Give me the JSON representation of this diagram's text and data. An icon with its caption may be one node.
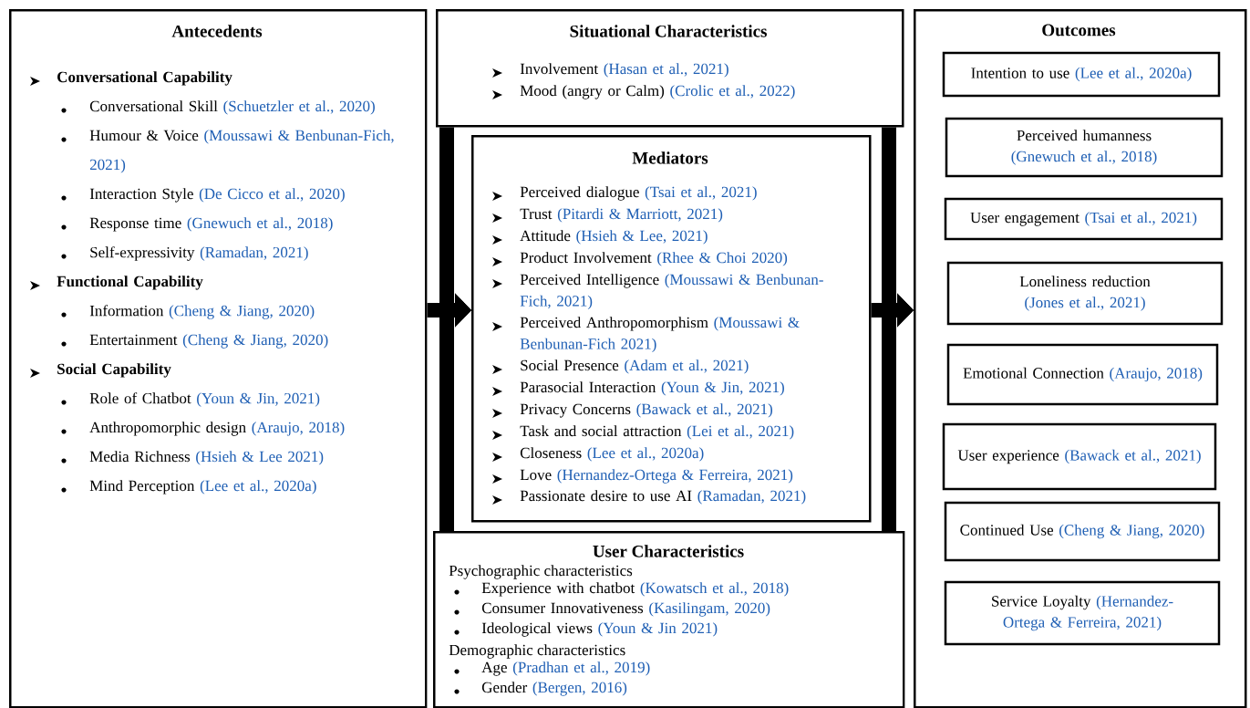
{
  "diagram": {
    "nodes": [
      {
        "text": [
          "Antecedents",
          "Conversational Capability",
          "Conversational Skill (Schuetzler et al., 2020)",
          "Humour & Voice (Moussawi & Benbunan-Fich, 2021)",
          "Interaction Style (De Cicco et al., 2020)",
          "Response time (Gnewuch et al., 2018)",
          "Self-expressivity (Ramadan, 2021)",
          "Functional Capability",
          "Information (Cheng & Jiang, 2020)",
          "Entertainment (Cheng & Jiang, 2020)",
          "Social Capability",
          "Role of Chatbot (Youn & Jin, 2021)",
          "Anthropomorphic design (Araujo, 2018)",
          "Media Richness (Hsieh & Lee 2021)",
          "Mind Perception (Lee et al., 2020a)"
        ]
      },
      {
        "text": [
          "Situational Characteristics",
          "Involvement (Hasan et al., 2021)",
          "Mood (angry or Calm) (Crolic et al., 2022)"
        ]
      },
      {
        "text": [
          "Mediators",
          "Perceived dialogue (Tsai et al., 2021)",
          "Trust (Pitardi & Marriott, 2021)",
          "Attitude (Hsieh & Lee, 2021)",
          "Product Involvement (Rhee & Choi 2020)",
          "Perceived Intelligence (Moussawi & Benbunan-Fich, 2021)",
          "Perceived Anthropomorphism (Moussawi & Benbunan-Fich 2021)",
          "Social Presence (Adam et al., 2021)",
          "Parasocial Interaction (Youn & Jin, 2021)",
          "Privacy Concerns (Bawack et al., 2021)",
          "Task and social attraction (Lei et al., 2021)",
          "Closeness (Lee et al., 2020a)",
          "Love (Hernandez-Ortega & Ferreira, 2021)",
          "Passionate desire to use AI (Ramadan, 2021)"
        ]
      },
      {
        "text": [
          "User Characteristics",
          "Psychographic characteristics",
          "Experience with chatbot (Kowatsch et al., 2018)",
          "Consumer Innovativeness (Kasilingam, 2020)",
          "Ideological views (Youn & Jin 2021)",
          "Demographic characteristics",
          "Age (Pradhan et al., 2019)",
          "Gender (Bergen, 2016)"
        ]
      },
      {
        "text": [
          "Outcomes"
        ]
      },
      {
        "text": [
          "Intention to use (Lee et al., 2020a)"
        ],
        "in": 4
      },
      {
        "text": [
          "Perceived humanness (Gnewuch et al., 2018)"
        ],
        "in": 4
      },
      {
        "text": [
          "User engagement (Tsai et al., 2021)"
        ],
        "in": 4
      },
      {
        "text": [
          "Loneliness reduction (Jones et al., 2021)"
        ],
        "in": 4
      },
      {
        "text": [
          "Emotional Connection (Araujo, 2018)"
        ],
        "in": 4
      },
      {
        "text": [
          "User experience (Bawack et al., 2021)"
        ],
        "in": 4
      },
      {
        "text": [
          "Continued Use (Cheng & Jiang, 2020)"
        ],
        "in": 4
      },
      {
        "text": [
          "Service Loyalty (Hernandez-Ortega & Ferreira, 2021)"
        ],
        "in": 4
      }
    ],
    "edges": [
      {
        "from": 0,
        "to": 2,
        "arrow": "to"
      },
      {
        "from": 2,
        "to": 4,
        "arrow": "to"
      },
      {
        "from": 1,
        "to": 2,
        "arrow": "to"
      },
      {
        "from": 3,
        "to": 2,
        "arrow": "to"
      },
      {
        "from": 1,
        "to": 4,
        "arrow": "to"
      },
      {
        "from": 3,
        "to": 4,
        "arrow": "to"
      }
    ]
  }
}
